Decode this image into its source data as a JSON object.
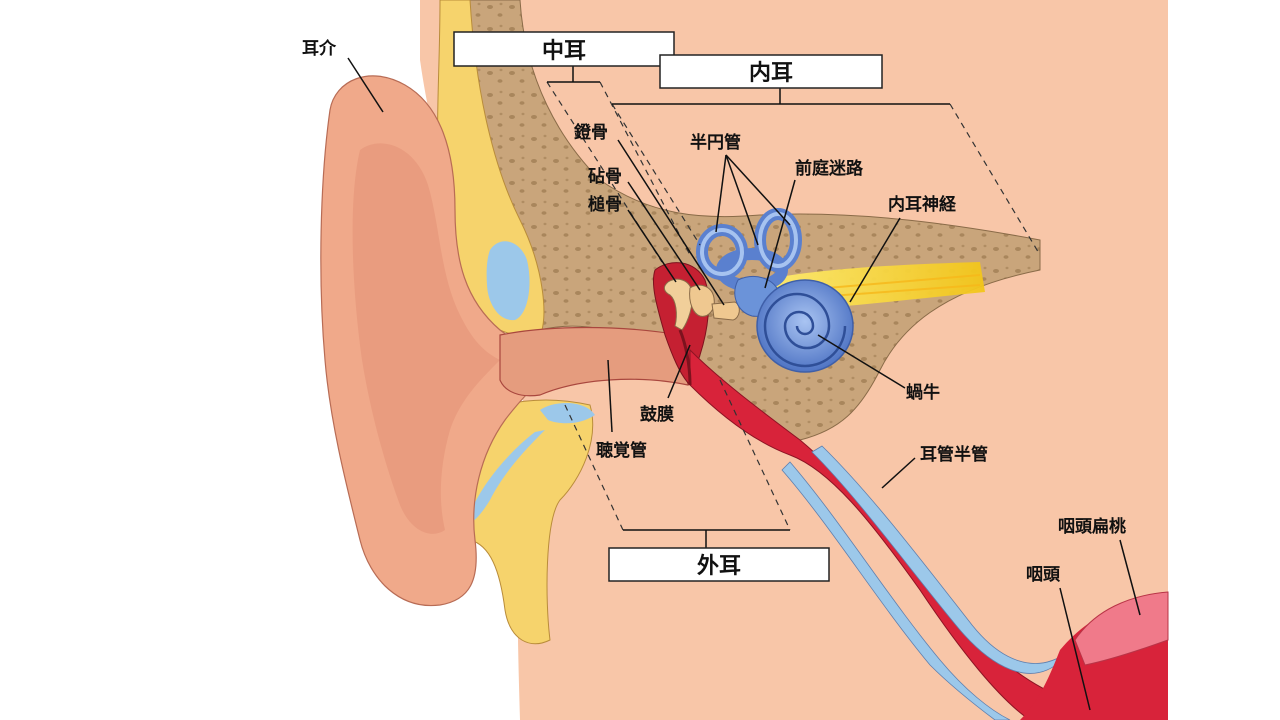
{
  "sections": {
    "middle_ear": "中耳",
    "inner_ear": "内耳",
    "outer_ear": "外耳"
  },
  "labels": {
    "auricle": "耳介",
    "stapes": "鐙骨",
    "incus": "砧骨",
    "malleus": "槌骨",
    "semicircular_canals": "半円管",
    "vestibule": "前庭迷路",
    "inner_ear_nerve": "内耳神経",
    "cochlea": "蝸牛",
    "eardrum": "鼓膜",
    "ear_canal": "聴覚管",
    "eustachian_tube": "耳管半管",
    "pharyngeal_tonsil": "咽頭扁桃",
    "pharynx": "咽頭"
  },
  "colors": {
    "skin": "#f7c4a5",
    "bone": "#c8a57a",
    "cartilage": "#f7d36a",
    "inner_ear": "#6b93d9",
    "nerve": "#f4e23a",
    "tube": "#d8233a"
  }
}
